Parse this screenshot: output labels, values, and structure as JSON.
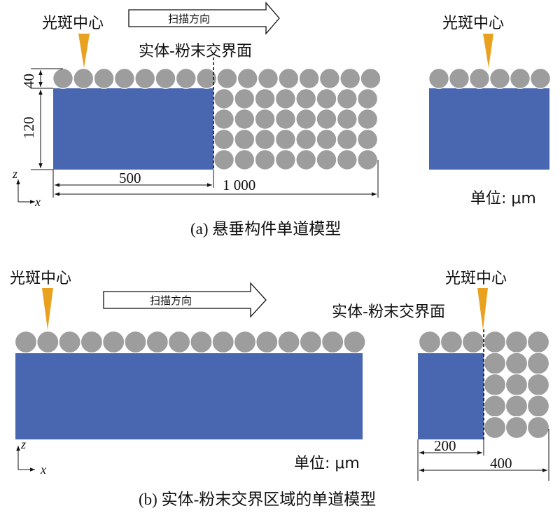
{
  "labels": {
    "spot_center": "光斑中心",
    "scan_direction": "扫描方向",
    "interface": "实体-粉末交界面",
    "unit": "单位: μm"
  },
  "panel_a": {
    "caption": "(a) 悬垂构件单道模型",
    "dims": {
      "layer": "40",
      "height": "120",
      "solid_length": "500",
      "total_length": "1 000"
    }
  },
  "panel_b": {
    "caption": "(b) 实体-粉末交界区域的单道模型",
    "dims": {
      "solid_length": "200",
      "total_length": "400"
    }
  },
  "axes": {
    "z": "z",
    "x": "x"
  },
  "colors": {
    "solid": "#4966b0",
    "powder": "#9d9d9d",
    "laser": "#e9a21f"
  }
}
